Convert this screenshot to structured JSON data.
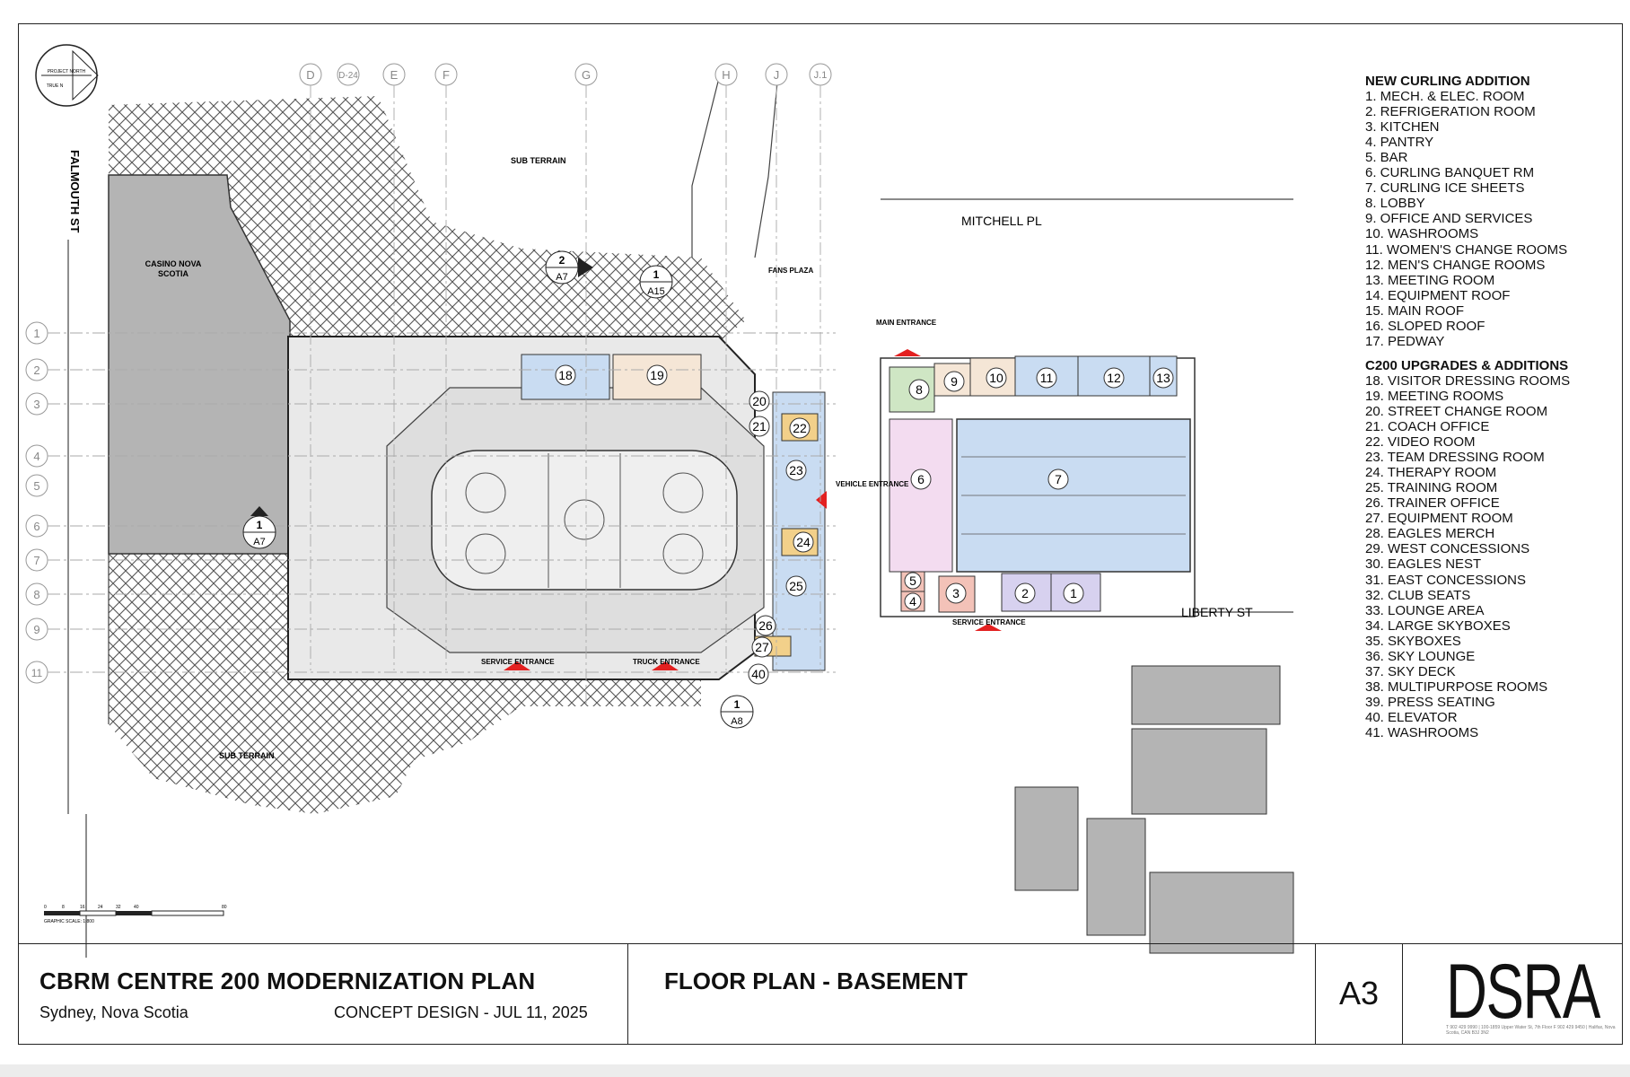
{
  "title_block": {
    "project_title": "CBRM CENTRE 200 MODERNIZATION PLAN",
    "location": "Sydney, Nova Scotia",
    "stage_date": "CONCEPT DESIGN -  JUL 11, 2025",
    "sheet_title": "FLOOR PLAN - BASEMENT",
    "sheet_number": "A3",
    "firm_logo": "DSRA"
  },
  "legend": {
    "group1_title": "NEW CURLING ADDITION",
    "group1_items": [
      "1. MECH. & ELEC. ROOM",
      "2. REFRIGERATION ROOM",
      "3. KITCHEN",
      "4. PANTRY",
      "5. BAR",
      "6. CURLING BANQUET RM",
      "7. CURLING ICE SHEETS",
      "8. LOBBY",
      "9. OFFICE AND SERVICES",
      "10. WASHROOMS",
      "11. WOMEN'S CHANGE ROOMS",
      "12. MEN'S CHANGE ROOMS",
      "13. MEETING ROOM",
      "14. EQUIPMENT ROOF",
      "15. MAIN ROOF",
      "16. SLOPED ROOF",
      "17. PEDWAY"
    ],
    "group2_title": "C200 UPGRADES & ADDITIONS",
    "group2_items": [
      "18. VISITOR DRESSING ROOMS",
      "19. MEETING ROOMS",
      "20. STREET CHANGE ROOM",
      "21. COACH OFFICE",
      "22. VIDEO ROOM",
      "23. TEAM DRESSING ROOM",
      "24. THERAPY ROOM",
      "25. TRAINING ROOM",
      "26. TRAINER OFFICE",
      "27. EQUIPMENT ROOM",
      "28. EAGLES MERCH",
      "29. WEST CONCESSIONS",
      "30. EAGLES NEST",
      "31. EAST CONCESSIONS",
      "32. CLUB SEATS",
      "33. LOUNGE AREA",
      "34. LARGE SKYBOXES",
      "35. SKYBOXES",
      "36. SKY LOUNGE",
      "37. SKY DECK",
      "38. MULTIPURPOSE ROOMS",
      "39. PRESS SEATING",
      "40. ELEVATOR",
      "41. WASHROOMS"
    ]
  },
  "grid": {
    "columns": [
      "D",
      "D-24",
      "E",
      "F",
      "G",
      "H",
      "J",
      "J.1"
    ],
    "rows": [
      "1",
      "2",
      "3",
      "4",
      "5",
      "6",
      "7",
      "8",
      "9",
      "11"
    ]
  },
  "plan_labels": {
    "street_west": "FALMOUTH ST",
    "street_north": "MITCHELL PL",
    "street_south": "LIBERTY ST",
    "casino": "CASINO NOVA SCOTIA",
    "sub_terrain_top": "SUB TERRAIN",
    "sub_terrain_bottom": "SUB TERRAIN",
    "fans_plaza": "FANS PLAZA",
    "main_entrance": "MAIN ENTRANCE",
    "vehicle_entrance": "VEHICLE ENTRANCE",
    "service_entrance_west": "SERVICE ENTRANCE",
    "truck_entrance": "TRUCK ENTRANCE",
    "service_entrance_east": "SERVICE ENTRANCE",
    "north_arrow_top": "PROJECT NORTH",
    "north_arrow_bottom": "TRUE N",
    "scale_label": "GRAPHIC SCALE: 1:800",
    "scale_ticks": [
      "0",
      "8",
      "16",
      "24",
      "32",
      "40",
      "80"
    ]
  },
  "section_tags": [
    {
      "num": "2",
      "sheet": "A7"
    },
    {
      "num": "1",
      "sheet": "A15"
    },
    {
      "num": "1",
      "sheet": "A7"
    },
    {
      "num": "1",
      "sheet": "A8"
    }
  ],
  "room_tags": [
    "18",
    "19",
    "20",
    "21",
    "22",
    "23",
    "24",
    "25",
    "26",
    "27",
    "40",
    "1",
    "2",
    "3",
    "4",
    "5",
    "6",
    "7",
    "8",
    "9",
    "10",
    "11",
    "12",
    "13"
  ],
  "colors": {
    "blue": "#c9dcf2",
    "peach": "#f5e6d6",
    "green": "#cfe6c4",
    "pink": "#f3dcf0",
    "lavender": "#d7d1ef",
    "salmon": "#f3c2b8",
    "yellow": "#f2d08a",
    "grey": "#b4b4b4",
    "red": "#e32020"
  },
  "firm_contact": "T 902 429 9990 | 100-1859 Upper Water St, 7th Floor  F 902 429 9450 | Halifax, Nova Scotia, CAN B3J 3N2"
}
